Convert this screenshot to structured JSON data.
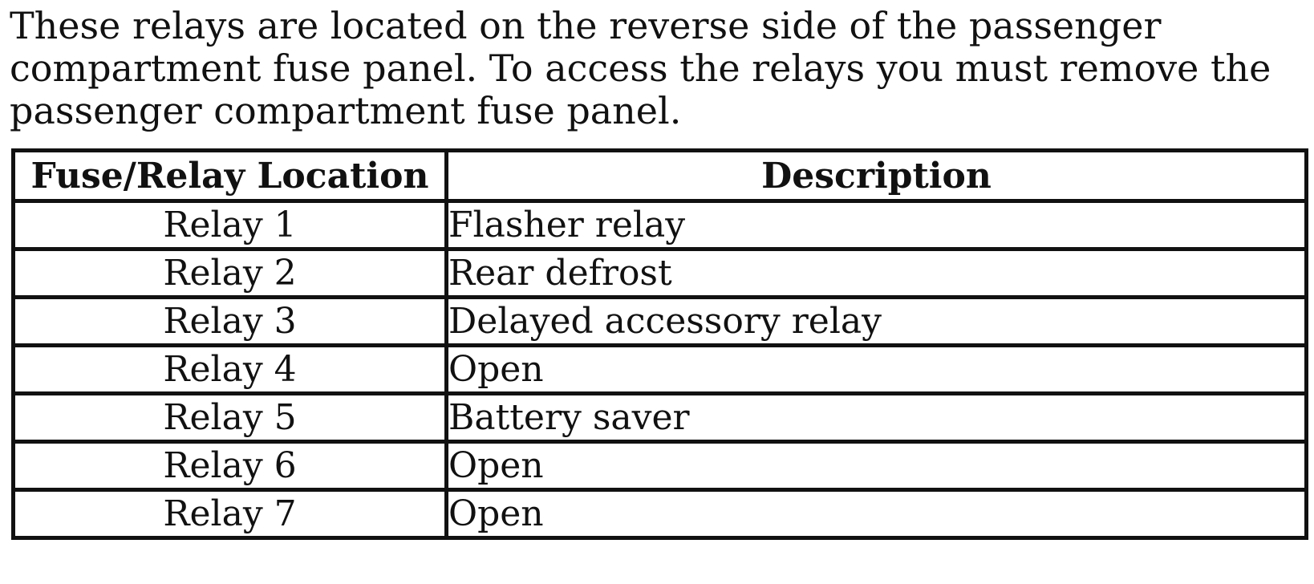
{
  "intro": {
    "lines": [
      "These relays are located on the reverse side of the passenger",
      "compartment fuse panel. To access the relays you must remove the",
      "passenger compartment fuse panel."
    ]
  },
  "table": {
    "headers": [
      "Fuse/Relay Location",
      "Description"
    ],
    "rows": [
      {
        "location": "Relay 1",
        "description": "Flasher relay"
      },
      {
        "location": "Relay 2",
        "description": "Rear defrost"
      },
      {
        "location": "Relay 3",
        "description": "Delayed accessory relay"
      },
      {
        "location": "Relay 4",
        "description": "Open"
      },
      {
        "location": "Relay 5",
        "description": "Battery saver"
      },
      {
        "location": "Relay 6",
        "description": "Open"
      },
      {
        "location": "Relay 7",
        "description": "Open"
      }
    ]
  }
}
